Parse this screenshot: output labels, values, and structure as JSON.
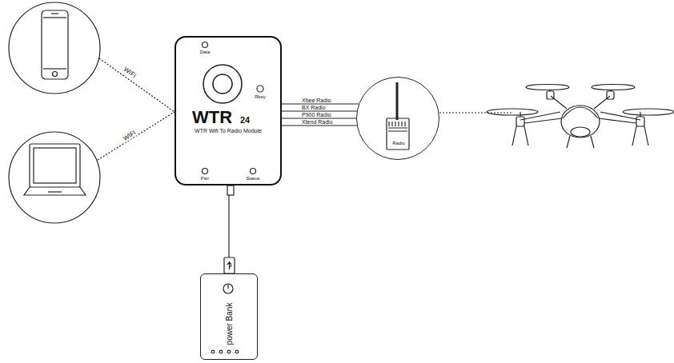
{
  "diagram": {
    "nodes": [
      {
        "text": [
          "Data",
          "Rkey",
          "WTR",
          "24",
          "WTR Wifi To Radio Module",
          "Pwr",
          "Status"
        ]
      },
      {
        "text": [
          "Radio"
        ]
      },
      {
        "text": [
          "power Bank"
        ]
      }
    ],
    "edges": [
      {
        "from": 0,
        "to": 1,
        "arrow": "none",
        "label": "Xbee Radio"
      },
      {
        "from": 0,
        "to": 1,
        "arrow": "none",
        "label": "BX Radio"
      },
      {
        "from": 0,
        "to": 1,
        "arrow": "none",
        "label": "P900 Radio"
      },
      {
        "from": 0,
        "to": 1,
        "arrow": "none",
        "label": "Xtend Radio"
      },
      {
        "from": 0,
        "to": 2,
        "arrow": "none"
      }
    ],
    "labels": [
      "WIFI",
      "WIFI"
    ]
  }
}
